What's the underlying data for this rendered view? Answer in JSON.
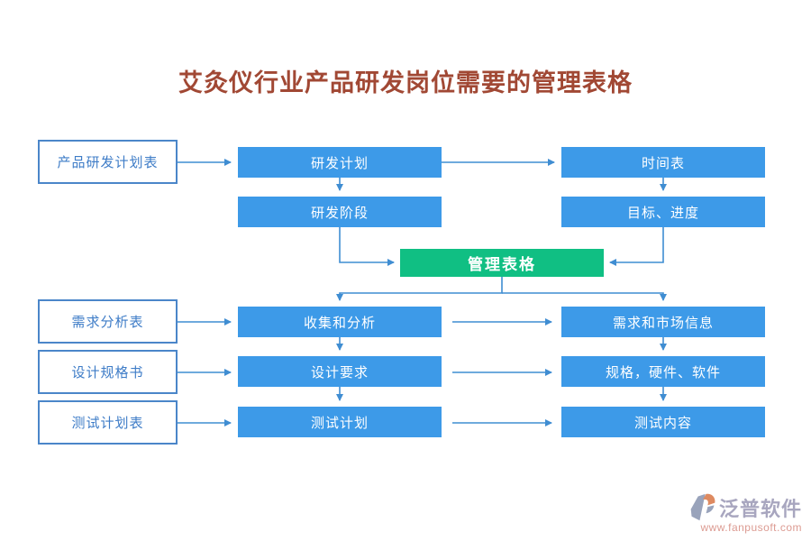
{
  "page": {
    "title": "艾灸仪行业产品研发岗位需要的管理表格"
  },
  "colors": {
    "box_blue": "#3D9AE8",
    "green": "#10BF83",
    "outline_blue": "#4B86C9",
    "outline_text_blue": "#3E7CC7",
    "arrow_blue": "#3F8DD2",
    "title_red": "#A14834",
    "brand_gray": "#A8A6BF",
    "brand_url_red": "#DC9B92",
    "logo_gray": "#99A3BB",
    "logo_orange": "#DE8A60"
  },
  "nodes": {
    "product_plan_table": {
      "label": "产品研发计划表"
    },
    "rd_plan": {
      "label": "研发计划"
    },
    "timetable": {
      "label": "时间表"
    },
    "rd_stage": {
      "label": "研发阶段"
    },
    "goal_progress": {
      "label": "目标、进度"
    },
    "management_form": {
      "label": "管理表格"
    },
    "demand_analysis_table": {
      "label": "需求分析表"
    },
    "collect_analyze": {
      "label": "收集和分析"
    },
    "demand_market_info": {
      "label": "需求和市场信息"
    },
    "design_spec_doc": {
      "label": "设计规格书"
    },
    "design_requirements": {
      "label": "设计要求"
    },
    "spec_hw_sw": {
      "label": "规格，硬件、软件"
    },
    "test_plan_table": {
      "label": "测试计划表"
    },
    "test_plan": {
      "label": "测试计划"
    },
    "test_content": {
      "label": "测试内容"
    }
  },
  "watermark": {
    "brand": "泛普软件",
    "url": "www.fanpusoft.com"
  }
}
